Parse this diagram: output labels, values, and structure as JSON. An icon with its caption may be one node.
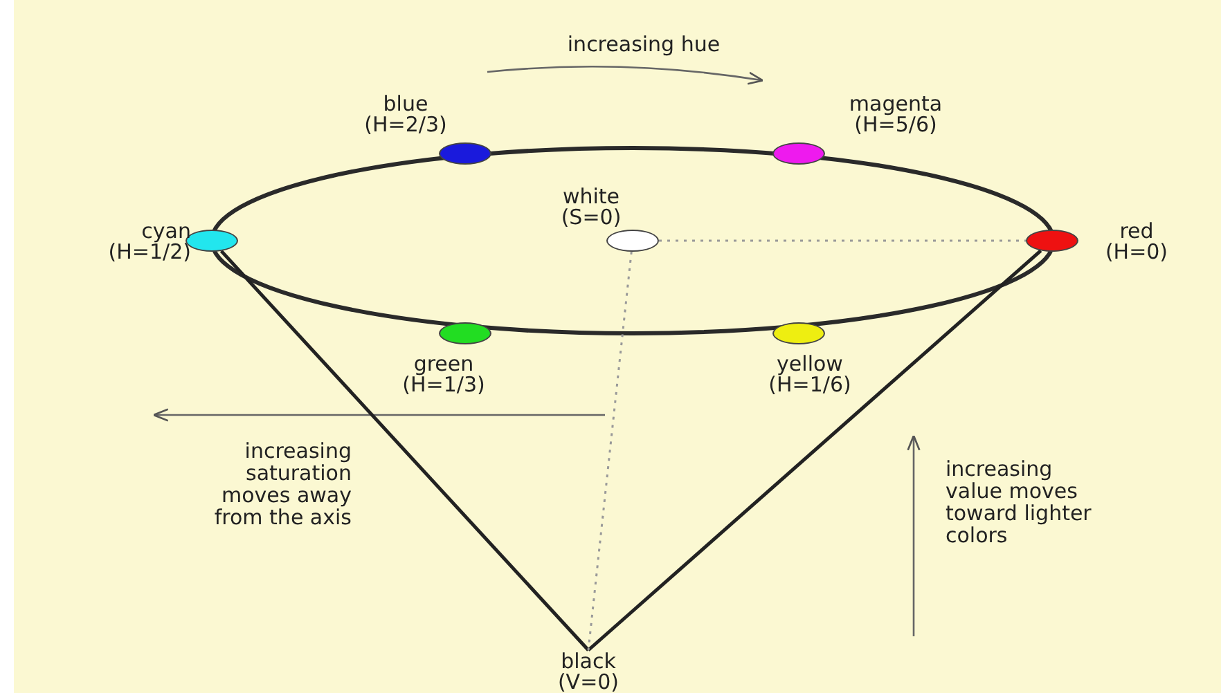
{
  "diagram": {
    "nodes": [
      {
        "text": [
          "blue (H=2/3)"
        ]
      },
      {
        "text": [
          "magenta (H=5/6)"
        ]
      },
      {
        "text": [
          "cyan (H=1/2)"
        ]
      },
      {
        "text": [
          "white (S=0)"
        ]
      },
      {
        "text": [
          "red (H=0)"
        ]
      },
      {
        "text": [
          "green (H=1/3)"
        ]
      },
      {
        "text": [
          "yellow (H=1/6)"
        ]
      },
      {
        "text": [
          "black (V=0)"
        ]
      }
    ],
    "edges": [
      {
        "from": 2,
        "to": 7,
        "arrow": "none"
      },
      {
        "from": 4,
        "to": 7,
        "arrow": "none"
      },
      {
        "from": 3,
        "to": 4,
        "arrow": "none",
        "style": "dashed",
        "color": "#999999"
      },
      {
        "from": 3,
        "to": 7,
        "arrow": "none",
        "style": "dashed",
        "color": "#999999"
      }
    ],
    "labels": [
      "increasing hue",
      "increasing saturation moves away from the axis",
      "increasing value moves toward lighter colors"
    ]
  }
}
